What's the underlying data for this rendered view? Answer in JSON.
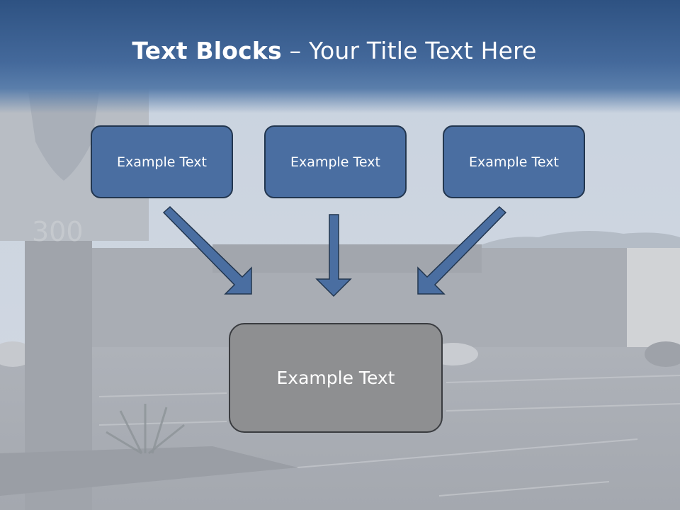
{
  "slide": {
    "title_bold": "Text Blocks",
    "title_rest": " – Your Title Text Here"
  },
  "blocks": [
    {
      "label": "Example Text"
    },
    {
      "label": "Example Text"
    },
    {
      "label": "Example Text"
    }
  ],
  "result_block": {
    "label": "Example Text"
  },
  "colors": {
    "header": "#3b5f90",
    "block_fill": "#4a6ea1",
    "result_fill": "#8e8f91",
    "arrow_fill": "#4a6ea1"
  }
}
